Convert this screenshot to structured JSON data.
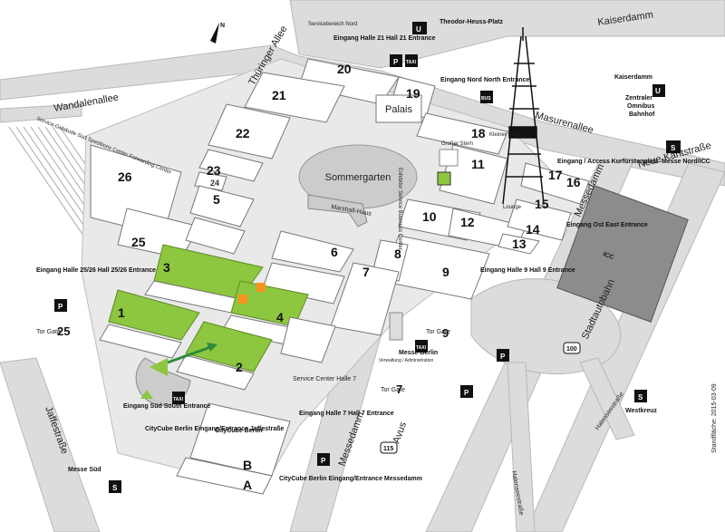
{
  "map": {
    "compass": "N",
    "date_note": "Standfläche: 2015-03-09",
    "streets": {
      "kaiserdamm": "Kaiserdamm",
      "wandalenallee": "Wandalenallee",
      "thueringer": "Thüringer Allee",
      "masurenallee": "Masurenallee",
      "messedamm": "Messedamm",
      "messedamm2": "Messedamm",
      "neue_kant": "Neue Kantstraße",
      "jaffe": "Jaffestraße",
      "stadtautobahn": "Stadtautobahn",
      "avus": "Avus",
      "halensee": "Halenseestraße",
      "halensee2": "Halenseestraße"
    },
    "labels": {
      "sommergarten": "Sommergarten",
      "palais": "Palais",
      "marshall": "Marshall-Haus",
      "messe_berlin": "Messe Berlin",
      "verwaltung": "Verwaltung / Administration",
      "citycube": "CityCube Berlin",
      "ausgang": "Service Center Halle 7",
      "service_25": "Service-Gebäude Süd Speditions Center Forwarding Center",
      "grosser_stern": "Großer Stern",
      "kleiner_stern": "Kleiner Stern",
      "lounge": "Lounge",
      "exhibitor": "Exhibitor Service Business Center",
      "service_nord": "Servicebereich Nord",
      "theodor": "Theodor-Heuss-Platz",
      "kaiserdamm_u": "Kaiserdamm",
      "zob1": "Zentraler",
      "zob2": "Omnibus",
      "zob3": "Bahnhof",
      "messe_nord": "Messe Nord/ICC",
      "messe_sued": "Messe Süd",
      "westkreuz": "Westkreuz",
      "icc": "ICC",
      "gate25": "25",
      "gate9": "9",
      "gate7": "7",
      "tor": "Tor Gate",
      "road_100": "100",
      "road_115": "115"
    },
    "entrances": {
      "halle21": "Eingang Halle 21 Hall 21 Entrance",
      "nord": "Eingang Nord North Entrance",
      "ost": "Eingang Ost East Entrance",
      "ost_kurfuerst": "Eingang / Access Kurfürstenplatz",
      "halle9": "Eingang Halle 9 Hall 9 Entrance",
      "halle7": "Eingang Halle 7 Hall 7 Entrance",
      "sued": "Eingang Süd South Entrance",
      "halle2526": "Eingang Halle 25/26 Hall 25/26 Entrance",
      "citycube_jaffe": "CityCube Berlin Eingang/Entrance Jaffestraße",
      "citycube_messedamm": "CityCube Berlin Eingang/Entrance Messedamm"
    },
    "halls": [
      {
        "id": "20",
        "label": "20"
      },
      {
        "id": "19",
        "label": "19"
      },
      {
        "id": "21",
        "label": "21"
      },
      {
        "id": "22",
        "label": "22"
      },
      {
        "id": "23",
        "label": "23"
      },
      {
        "id": "24",
        "label": "24"
      },
      {
        "id": "26",
        "label": "26"
      },
      {
        "id": "25",
        "label": "25"
      },
      {
        "id": "18",
        "label": "18"
      },
      {
        "id": "17",
        "label": "17"
      },
      {
        "id": "16",
        "label": "16"
      },
      {
        "id": "15",
        "label": "15"
      },
      {
        "id": "14",
        "label": "14"
      },
      {
        "id": "13",
        "label": "13"
      },
      {
        "id": "12",
        "label": "12"
      },
      {
        "id": "11",
        "label": "11"
      },
      {
        "id": "10",
        "label": "10"
      },
      {
        "id": "9",
        "label": "9"
      },
      {
        "id": "8",
        "label": "8"
      },
      {
        "id": "7",
        "label": "7"
      },
      {
        "id": "6",
        "label": "6"
      },
      {
        "id": "5",
        "label": "5"
      },
      {
        "id": "4",
        "label": "4"
      },
      {
        "id": "3",
        "label": "3"
      },
      {
        "id": "2",
        "label": "2"
      },
      {
        "id": "1",
        "label": "1"
      },
      {
        "id": "A",
        "label": "A"
      },
      {
        "id": "B",
        "label": "B"
      }
    ],
    "signs": {
      "p": "P",
      "taxi": "TAXI",
      "bus": "BUS",
      "u": "U",
      "s": "S"
    },
    "colors": {
      "highlight": "#8dc63f",
      "booth": "#f7941d",
      "arrow": "#2f8a3a",
      "road": "#dcdcdc"
    }
  }
}
